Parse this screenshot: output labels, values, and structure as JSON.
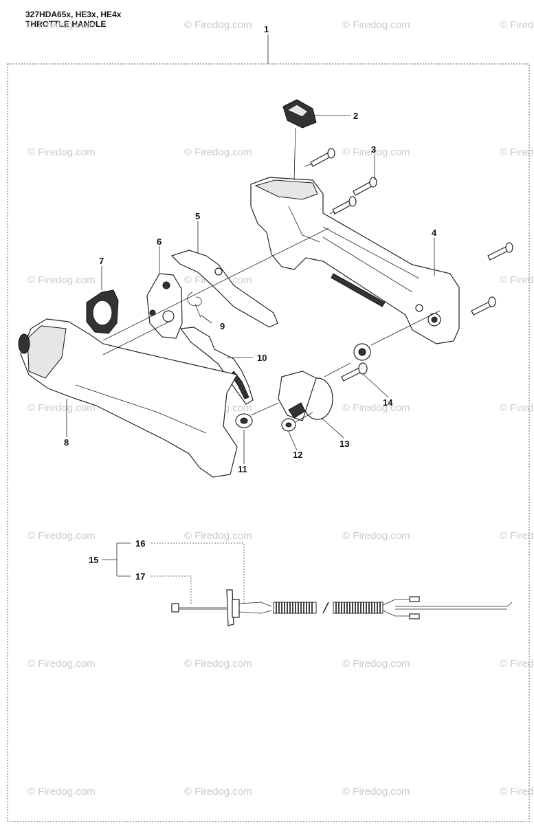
{
  "header": {
    "models": "327HDA65x, HE3x, HE4x",
    "section": "THROTTLE HANDLE"
  },
  "watermark": "© Firedog.com",
  "callouts": [
    {
      "id": "c1",
      "label": "1"
    },
    {
      "id": "c2",
      "label": "2"
    },
    {
      "id": "c3",
      "label": "3"
    },
    {
      "id": "c4",
      "label": "4"
    },
    {
      "id": "c5",
      "label": "5"
    },
    {
      "id": "c6",
      "label": "6"
    },
    {
      "id": "c7",
      "label": "7"
    },
    {
      "id": "c8",
      "label": "8"
    },
    {
      "id": "c9",
      "label": "9"
    },
    {
      "id": "c10",
      "label": "10"
    },
    {
      "id": "c11",
      "label": "11"
    },
    {
      "id": "c12",
      "label": "12"
    },
    {
      "id": "c13",
      "label": "13"
    },
    {
      "id": "c14",
      "label": "14"
    },
    {
      "id": "c15",
      "label": "15"
    },
    {
      "id": "c16",
      "label": "16"
    },
    {
      "id": "c17",
      "label": "17"
    }
  ]
}
